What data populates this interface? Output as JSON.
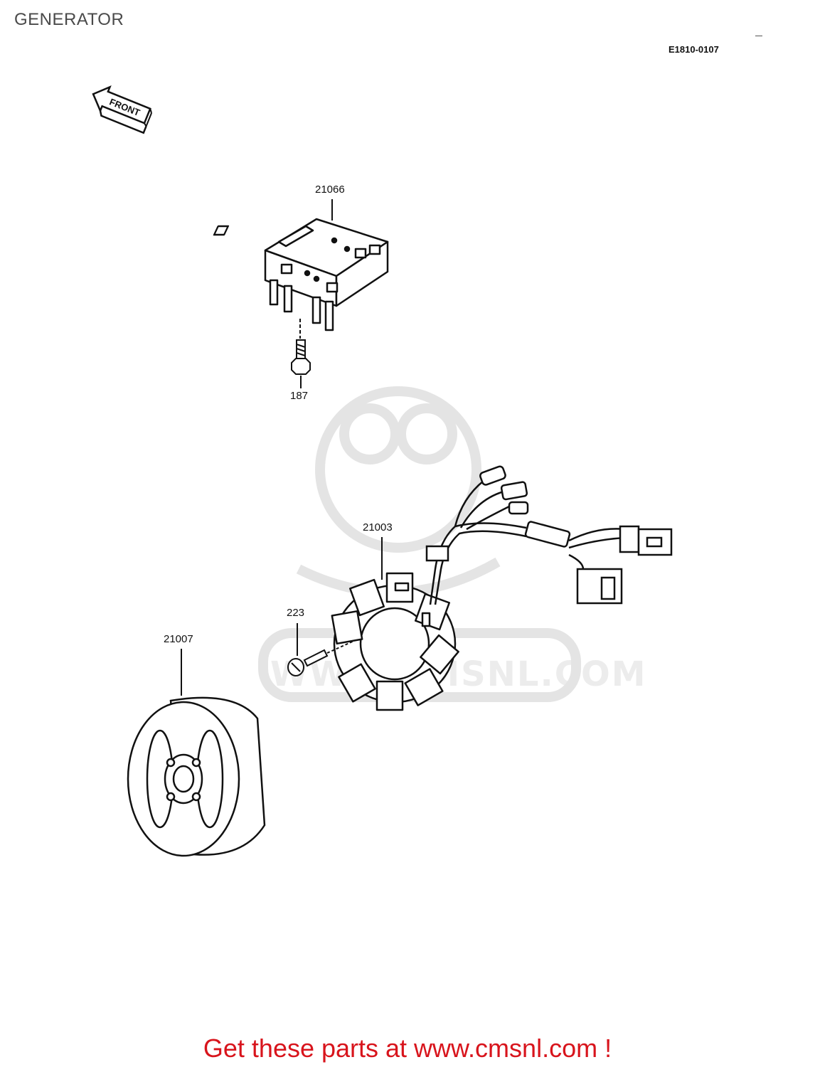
{
  "page": {
    "title": "GENERATOR",
    "diagram_code": "E1810-0107",
    "front_arrow_label": "FRONT",
    "footer_link_text": "Get these parts at www.cmsnl.com !",
    "watermark_text": "WWW.CMSNL.COM"
  },
  "parts": [
    {
      "id": "regulator",
      "number": "21066"
    },
    {
      "id": "regulator-bolt",
      "number": "187"
    },
    {
      "id": "stator",
      "number": "21003"
    },
    {
      "id": "stator-screw",
      "number": "223"
    },
    {
      "id": "rotor",
      "number": "21007"
    }
  ],
  "colors": {
    "line": "#111111",
    "title": "#4a4a4a",
    "link": "#d8141c",
    "watermark": "#e6e6e6"
  }
}
